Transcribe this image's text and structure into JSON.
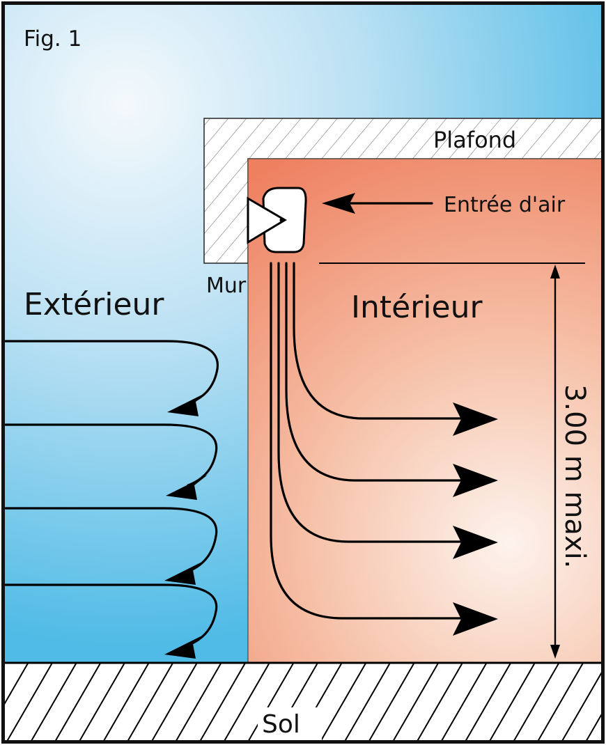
{
  "figure": {
    "label": "Fig. 1",
    "labels": {
      "ceiling": "Plafond",
      "wall": "Mur",
      "air_inlet": "Entrée d'air",
      "outside": "Extérieur",
      "inside": "Intérieur",
      "floor": "Sol",
      "max_height": "3.00 m maxi."
    },
    "colors": {
      "outside_light": "#e6f3fa",
      "outside_dark": "#5cc0e8",
      "inside_warm": "#ef8a68",
      "inside_light": "#fdf1ea",
      "frame": "#111111"
    }
  }
}
